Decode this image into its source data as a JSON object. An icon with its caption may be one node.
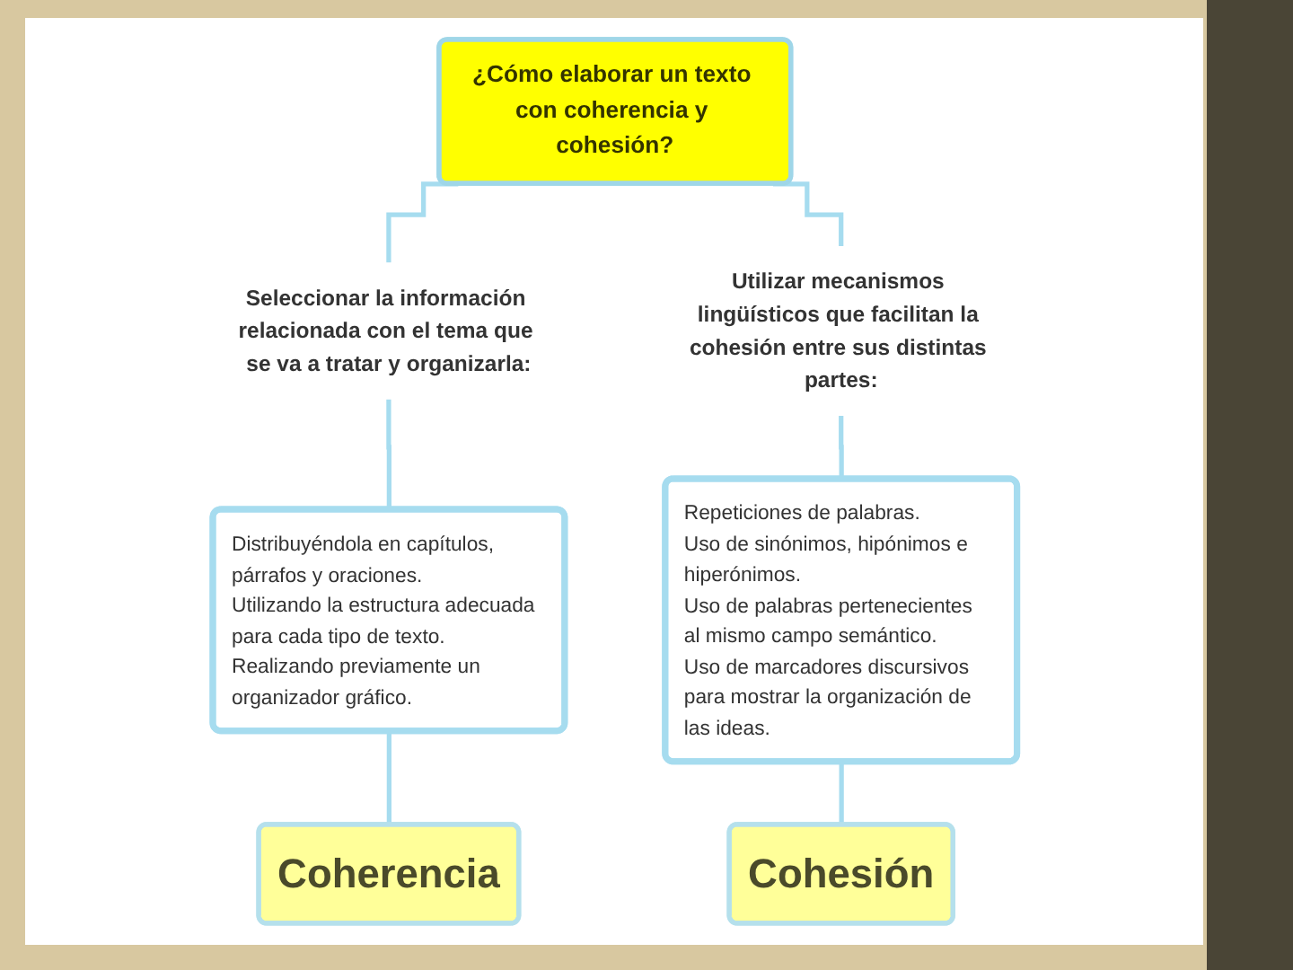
{
  "diagram": {
    "nodes": [
      {
        "text": [
          "¿Cómo elaborar un texto con coherencia y cohesión?"
        ]
      },
      {
        "text": [
          "Seleccionar la información relacionada con el tema que se va a tratar y organizarla:"
        ]
      },
      {
        "text": [
          "Utilizar mecanismos lingüísticos que facilitan la cohesión entre sus distintas partes:"
        ]
      },
      {
        "text": [
          "Distribuyéndola en capítulos, párrafos y oraciones.",
          "Utilizando la estructura adecuada para cada tipo de texto.",
          "Realizando previamente un organizador gráfico."
        ]
      },
      {
        "text": [
          "Repeticiones de palabras.",
          "Uso de sinónimos, hipónimos e hiperónimos.",
          "Uso de palabras pertenecientes al mismo campo semántico.",
          "Uso de marcadores discursivos para mostrar la organización de las ideas."
        ]
      },
      {
        "text": [
          "Coherencia"
        ]
      },
      {
        "text": [
          "Cohesión"
        ]
      }
    ],
    "edges": [
      {
        "from": 0,
        "to": 1,
        "arrow": "none"
      },
      {
        "from": 0,
        "to": 2,
        "arrow": "none"
      },
      {
        "from": 1,
        "to": 3,
        "arrow": "none"
      },
      {
        "from": 2,
        "to": 4,
        "arrow": "none"
      },
      {
        "from": 3,
        "to": 5,
        "arrow": "none"
      },
      {
        "from": 4,
        "to": 6,
        "arrow": "none"
      }
    ]
  }
}
